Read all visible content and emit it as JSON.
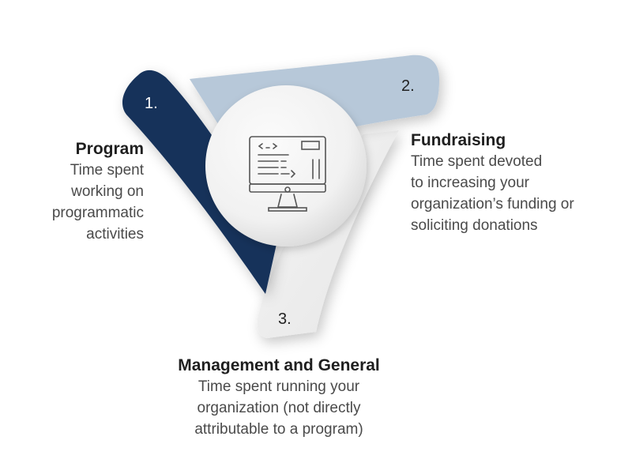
{
  "diagram": {
    "center_icon": "computer-code-monitor-icon",
    "colors": {
      "program": "#13305a",
      "fundraising": "#b7c8d9",
      "management": "#f1f1f1",
      "center": "#f7f7f7",
      "icon_stroke": "#555555"
    },
    "segments": [
      {
        "number": "1.",
        "title": "Program",
        "description_lines": [
          "Time spent",
          "working on",
          "programmatic",
          "activities"
        ]
      },
      {
        "number": "2.",
        "title": "Fundraising",
        "description_lines": [
          "Time spent devoted",
          "to increasing your",
          "organization’s funding or",
          "soliciting donations"
        ]
      },
      {
        "number": "3.",
        "title": "Management and General",
        "description_lines": [
          "Time spent running your",
          "organization (not directly",
          "attributable to a program)"
        ]
      }
    ]
  }
}
